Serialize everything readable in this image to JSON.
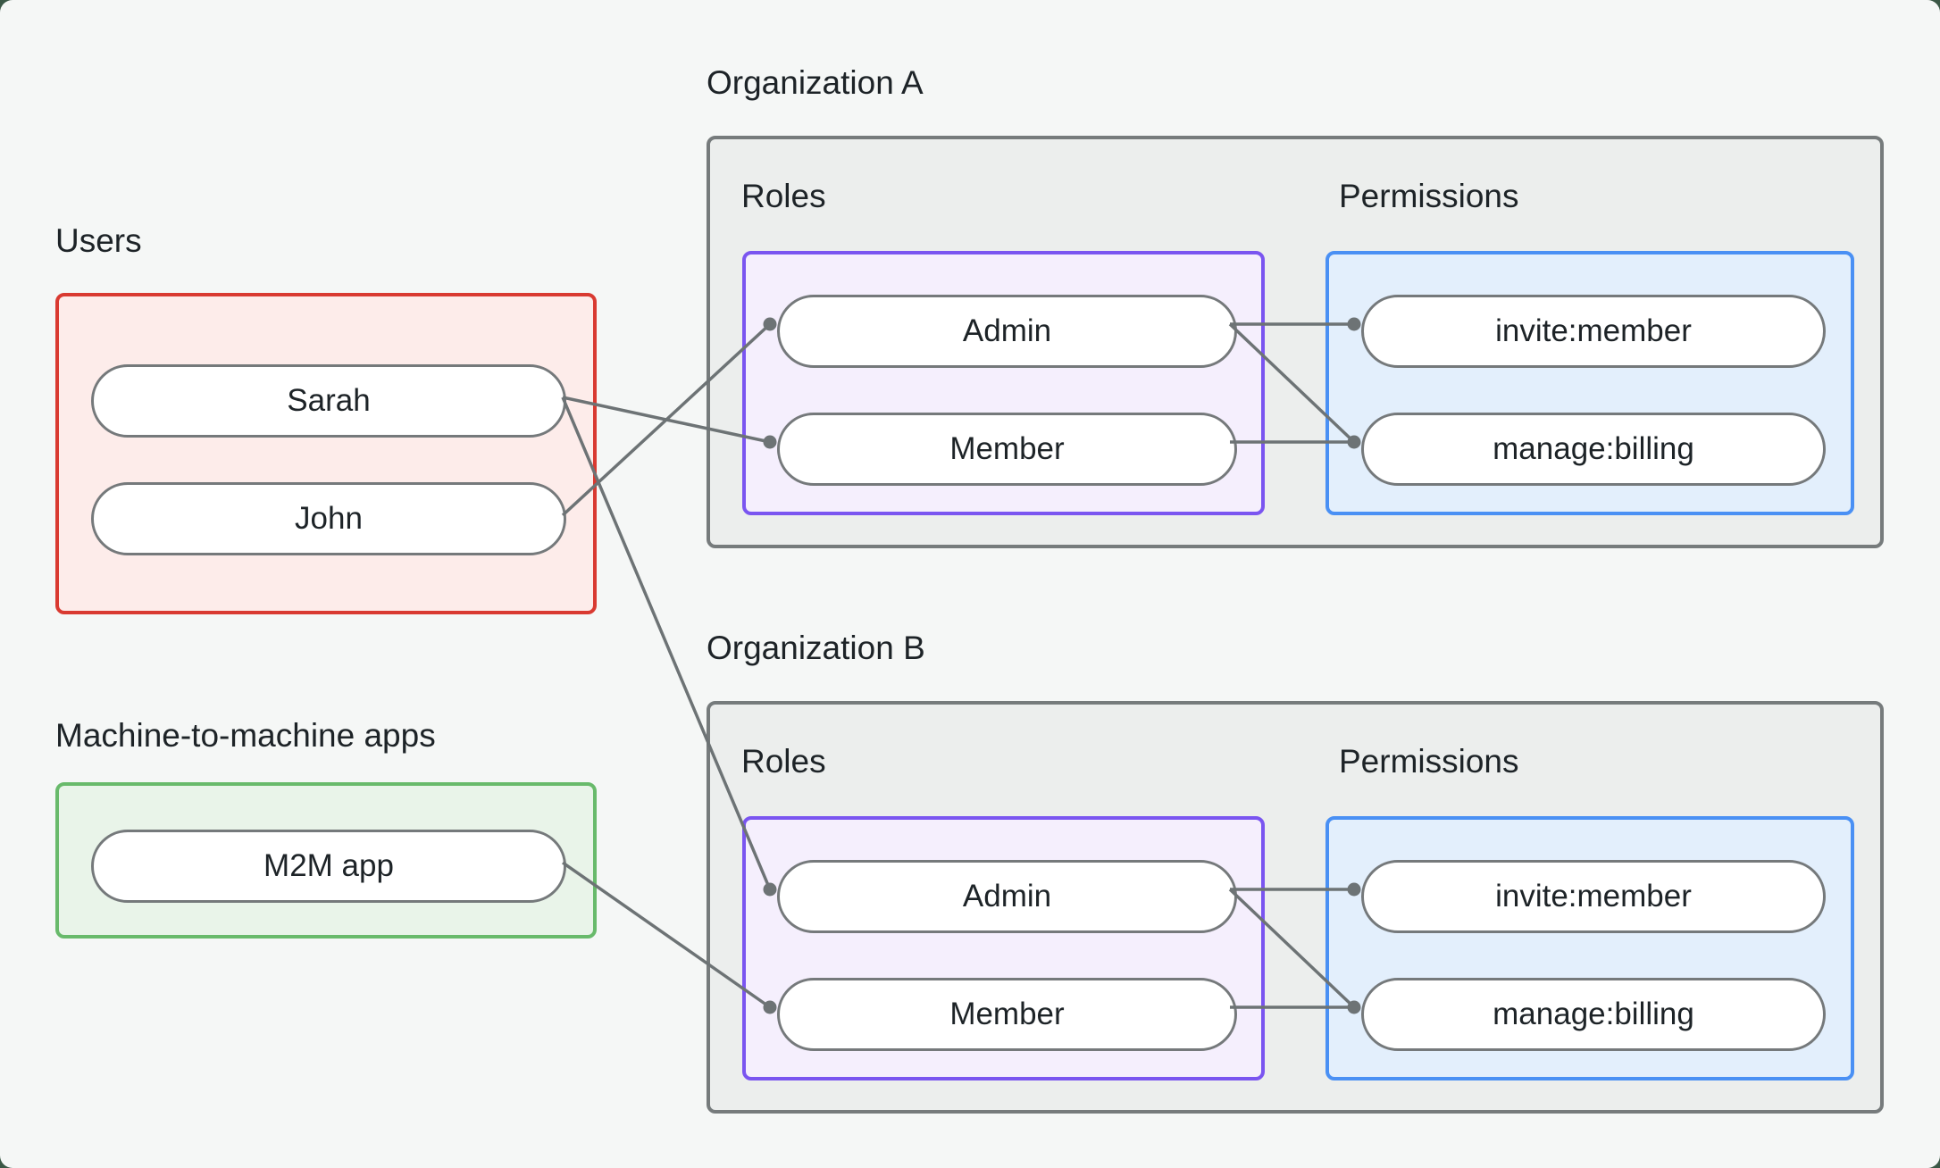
{
  "users_group": {
    "label": "Users",
    "items": [
      {
        "label": "Sarah"
      },
      {
        "label": "John"
      }
    ]
  },
  "m2m_group": {
    "label": "Machine-to-machine apps",
    "items": [
      {
        "label": "M2M app"
      }
    ]
  },
  "organizations": [
    {
      "title": "Organization A",
      "roles_label": "Roles",
      "permissions_label": "Permissions",
      "roles": [
        "Admin",
        "Member"
      ],
      "permissions": [
        "invite:member",
        "manage:billing"
      ]
    },
    {
      "title": "Organization B",
      "roles_label": "Roles",
      "permissions_label": "Permissions",
      "roles": [
        "Admin",
        "Member"
      ],
      "permissions": [
        "invite:member",
        "manage:billing"
      ]
    }
  ],
  "connections": [
    {
      "from": "sarah",
      "to": "orgA-member"
    },
    {
      "from": "john",
      "to": "orgA-admin"
    },
    {
      "from": "sarah",
      "to": "orgB-admin"
    },
    {
      "from": "m2m-app",
      "to": "orgB-member"
    },
    {
      "from": "orgA-admin",
      "to": "orgA-invite-member"
    },
    {
      "from": "orgA-admin",
      "to": "orgA-manage-billing"
    },
    {
      "from": "orgA-member",
      "to": "orgA-manage-billing"
    },
    {
      "from": "orgB-admin",
      "to": "orgB-invite-member"
    },
    {
      "from": "orgB-admin",
      "to": "orgB-manage-billing"
    },
    {
      "from": "orgB-member",
      "to": "orgB-manage-billing"
    }
  ],
  "colors": {
    "canvas_bg": "#f5f7f6",
    "outer_bg": "#3b5846",
    "text": "#1d2327",
    "org_fill": "#eceeed",
    "org_border": "#767b7c",
    "red": "#d93a31",
    "red_fill": "#fdecea",
    "green": "#68ba6b",
    "green_fill": "#e9f4e9",
    "purple": "#7a55f0",
    "purple_fill": "#f5effd",
    "blue": "#4a90f4",
    "blue_fill": "#e3effc",
    "pill_border": "#75797b",
    "pill_fill": "#ffffff",
    "line": "#6d7375"
  }
}
